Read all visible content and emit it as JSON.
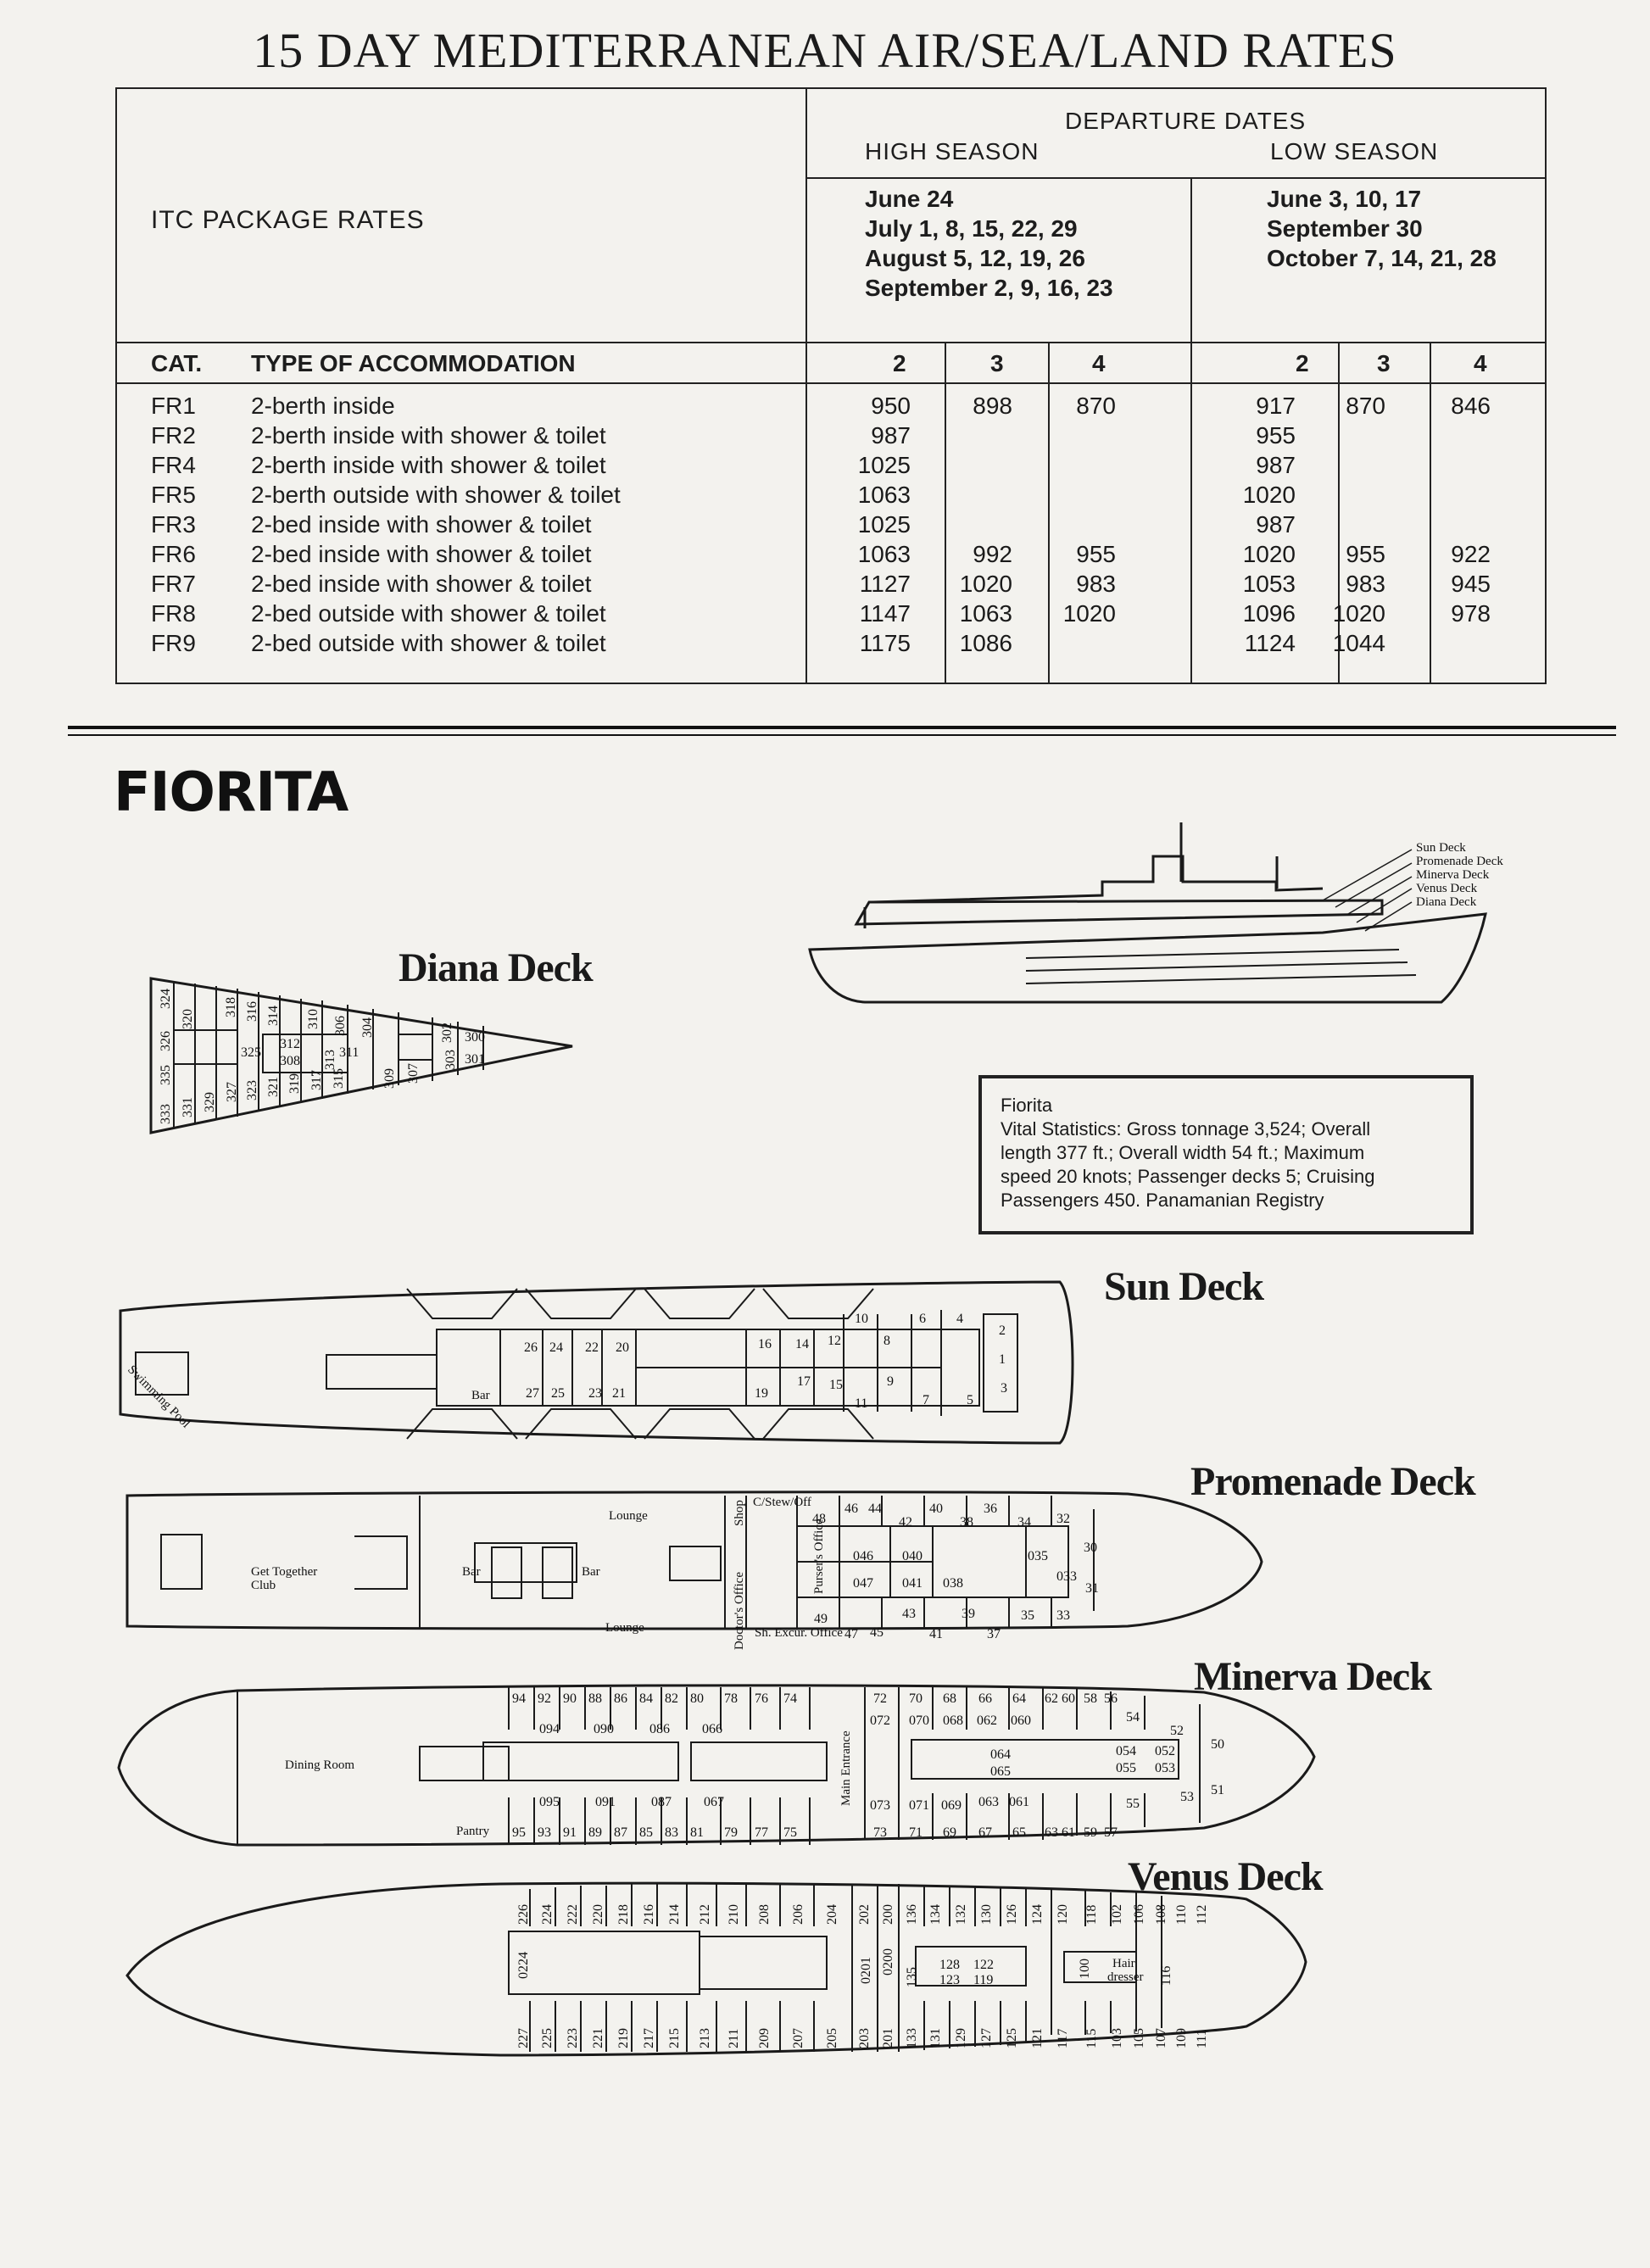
{
  "title": "15 DAY MEDITERRANEAN AIR/SEA/LAND RATES",
  "rates": {
    "itc_label": "ITC PACKAGE RATES",
    "departure_dates": "DEPARTURE DATES",
    "high_season": "HIGH SEASON",
    "low_season": "LOW SEASON",
    "high_dates": [
      "June 24",
      "July 1, 8, 15, 22, 29",
      "August 5, 12, 19, 26",
      "September 2, 9, 16, 23"
    ],
    "low_dates": [
      "June 3, 10, 17",
      "September 30",
      "October 7, 14, 21, 28"
    ],
    "col_cat": "CAT.",
    "col_type": "TYPE OF ACCOMMODATION",
    "occupancy": [
      "2",
      "3",
      "4"
    ],
    "rows": [
      {
        "cat": "FR1",
        "type": "2-berth inside",
        "high": [
          "950",
          "898",
          "870"
        ],
        "low": [
          "917",
          "870",
          "846"
        ]
      },
      {
        "cat": "FR2",
        "type": "2-berth inside with shower & toilet",
        "high": [
          "987",
          "",
          ""
        ],
        "low": [
          "955",
          "",
          ""
        ]
      },
      {
        "cat": "FR4",
        "type": "2-berth inside with shower & toilet",
        "high": [
          "1025",
          "",
          ""
        ],
        "low": [
          "987",
          "",
          ""
        ]
      },
      {
        "cat": "FR5",
        "type": "2-berth outside with shower & toilet",
        "high": [
          "1063",
          "",
          ""
        ],
        "low": [
          "1020",
          "",
          ""
        ]
      },
      {
        "cat": "FR3",
        "type": "2-bed inside with shower & toilet",
        "high": [
          "1025",
          "",
          ""
        ],
        "low": [
          "987",
          "",
          ""
        ]
      },
      {
        "cat": "FR6",
        "type": "2-bed inside with shower & toilet",
        "high": [
          "1063",
          "992",
          "955"
        ],
        "low": [
          "1020",
          "955",
          "922"
        ]
      },
      {
        "cat": "FR7",
        "type": "2-bed inside with shower & toilet",
        "high": [
          "1127",
          "1020",
          "983"
        ],
        "low": [
          "1053",
          "983",
          "945"
        ]
      },
      {
        "cat": "FR8",
        "type": "2-bed outside with shower & toilet",
        "high": [
          "1147",
          "1063",
          "1020"
        ],
        "low": [
          "1096",
          "1020",
          "978"
        ]
      },
      {
        "cat": "FR9",
        "type": "2-bed outside with shower & toilet",
        "high": [
          "1175",
          "1086",
          ""
        ],
        "low": [
          "1124",
          "1044",
          ""
        ]
      }
    ]
  },
  "ship": {
    "name": "FIORITA",
    "profile_labels": [
      "Sun Deck",
      "Promenade Deck",
      "Minerva Deck",
      "Venus Deck",
      "Diana Deck"
    ],
    "stats_title": "Fiorita",
    "stats_lines": [
      "Vital Statistics: Gross tonnage 3,524; Overall",
      "length 377 ft.; Overall width 54 ft.; Maximum",
      "speed 20 knots; Passenger decks 5; Cruising",
      "Passengers 450. Panamanian Registry"
    ]
  },
  "decks": {
    "diana": {
      "title": "Diana Deck",
      "cabins": [
        "324",
        "326",
        "335",
        "333",
        "331",
        "329",
        "327",
        "323",
        "321",
        "320",
        "318",
        "316",
        "314",
        "312",
        "308",
        "325",
        "319",
        "317",
        "315",
        "313",
        "311",
        "310",
        "306",
        "304",
        "309",
        "307",
        "303",
        "302",
        "300",
        "301"
      ]
    },
    "sun": {
      "title": "Sun Deck",
      "rooms": [
        "Swimming Pool",
        "Bar"
      ],
      "cabins": [
        "26",
        "24",
        "22",
        "20",
        "27",
        "25",
        "23",
        "21",
        "16",
        "14",
        "12",
        "10",
        "8",
        "6",
        "4",
        "2",
        "1",
        "3",
        "19",
        "17",
        "15",
        "11",
        "9",
        "7",
        "5"
      ]
    },
    "promenade": {
      "title": "Promenade Deck",
      "rooms": [
        "Get Together Club",
        "Bar",
        "Bar",
        "Lounge",
        "Lounge",
        "Shop",
        "C/Stew/Off",
        "Purser's Office",
        "Doctor's Office",
        "Sh. Excur. Office"
      ],
      "cabins": [
        "48",
        "46",
        "44",
        "42",
        "40",
        "38",
        "36",
        "34",
        "32",
        "30",
        "046",
        "040",
        "047",
        "041",
        "038",
        "035",
        "033",
        "31",
        "49",
        "47",
        "45",
        "43",
        "41",
        "39",
        "37",
        "35",
        "33"
      ]
    },
    "minerva": {
      "title": "Minerva Deck",
      "rooms": [
        "Dining Room",
        "Pantry",
        "Main Entrance"
      ],
      "cabins_top": [
        "94",
        "92",
        "90",
        "88",
        "86",
        "84",
        "82",
        "80",
        "78",
        "76",
        "74",
        "72",
        "70",
        "68",
        "66",
        "64",
        "62",
        "60",
        "58",
        "56",
        "54",
        "52",
        "50"
      ],
      "cabins_top_inner": [
        "094",
        "090",
        "086",
        "066",
        "072",
        "070",
        "068",
        "062",
        "060",
        "064",
        "065",
        "054",
        "055",
        "052",
        "053"
      ],
      "cabins_bottom": [
        "95",
        "93",
        "91",
        "89",
        "87",
        "85",
        "83",
        "81",
        "79",
        "77",
        "75",
        "73",
        "71",
        "69",
        "67",
        "65",
        "63",
        "61",
        "59",
        "57",
        "55",
        "53",
        "51"
      ],
      "cabins_bottom_inner": [
        "095",
        "091",
        "087",
        "067",
        "073",
        "071",
        "069",
        "063",
        "061"
      ]
    },
    "venus": {
      "title": "Venus Deck",
      "rooms": [
        "Hair dresser"
      ],
      "cabins_top": [
        "226",
        "224",
        "222",
        "220",
        "218",
        "216",
        "214",
        "212",
        "210",
        "208",
        "206",
        "204",
        "202",
        "200",
        "136",
        "134",
        "132",
        "130",
        "126",
        "124",
        "120",
        "118",
        "102",
        "106",
        "108",
        "110",
        "112"
      ],
      "cabins_mid": [
        "0224",
        "0201",
        "0200",
        "135",
        "128",
        "122",
        "123",
        "119",
        "100",
        "116"
      ],
      "cabins_bottom": [
        "227",
        "225",
        "223",
        "221",
        "219",
        "217",
        "215",
        "213",
        "211",
        "209",
        "207",
        "205",
        "203",
        "201",
        "133",
        "131",
        "129",
        "127",
        "125",
        "121",
        "117",
        "115",
        "103",
        "105",
        "107",
        "109",
        "111"
      ]
    }
  }
}
